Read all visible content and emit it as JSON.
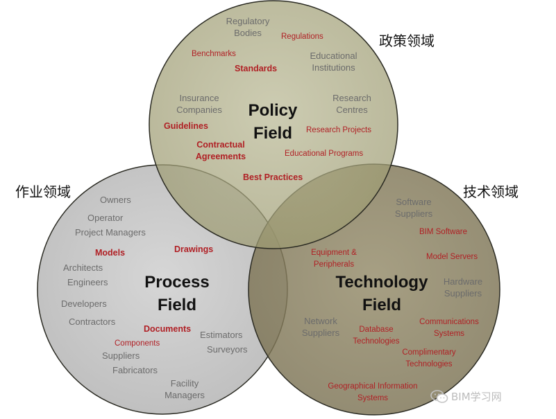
{
  "colors": {
    "policy_fill": "#aaa981",
    "process_fill": "#bfbfbf",
    "technology_fill": "#8a8160",
    "red_text": "#b01f24",
    "gray_text": "#6b6b6b"
  },
  "circles": {
    "policy": {
      "title_line1": "Policy",
      "title_line2": "Field",
      "chinese": "政策领域",
      "items": {
        "regulatory_bodies_1": "Regulatory",
        "regulatory_bodies_2": "Bodies",
        "regulations": "Regulations",
        "benchmarks": "Benchmarks",
        "educational_institutions_1": "Educational",
        "educational_institutions_2": "Institutions",
        "standards": "Standards",
        "insurance_companies_1": "Insurance",
        "insurance_companies_2": "Companies",
        "research_centres_1": "Research",
        "research_centres_2": "Centres",
        "guidelines": "Guidelines",
        "research_projects": "Research Projects",
        "contractual_agreements_1": "Contractual",
        "contractual_agreements_2": "Agreements",
        "educational_programs": "Educational Programs",
        "best_practices": "Best Practices"
      }
    },
    "process": {
      "title_line1": "Process",
      "title_line2": "Field",
      "chinese": "作业领域",
      "items": {
        "owners": "Owners",
        "operator": "Operator",
        "project_managers": "Project Managers",
        "models": "Models",
        "drawings": "Drawings",
        "architects": "Architects",
        "engineers": "Engineers",
        "developers": "Developers",
        "contractors": "Contractors",
        "documents": "Documents",
        "estimators": "Estimators",
        "components": "Components",
        "surveyors": "Surveyors",
        "suppliers": "Suppliers",
        "fabricators": "Fabricators",
        "facility_managers_1": "Facility",
        "facility_managers_2": "Managers"
      }
    },
    "technology": {
      "title_line1": "Technology",
      "title_line2": "Field",
      "chinese": "技术领域",
      "items": {
        "software_suppliers_1": "Software",
        "software_suppliers_2": "Suppliers",
        "bim_software": "BIM Software",
        "equipment_peripherals_1": "Equipment &",
        "equipment_peripherals_2": "Peripherals",
        "model_servers": "Model Servers",
        "hardware_suppliers_1": "Hardware",
        "hardware_suppliers_2": "Suppliers",
        "network_suppliers_1": "Network",
        "network_suppliers_2": "Suppliers",
        "database_technologies_1": "Database",
        "database_technologies_2": "Technologies",
        "communications_systems_1": "Communications",
        "communications_systems_2": "Systems",
        "complimentary_technologies_1": "Complimentary",
        "complimentary_technologies_2": "Technologies",
        "geographical_information_systems_1": "Geographical Information",
        "geographical_information_systems_2": "Systems"
      }
    }
  },
  "watermark": {
    "text": "BIM学习网",
    "icon": "wechat-icon"
  }
}
